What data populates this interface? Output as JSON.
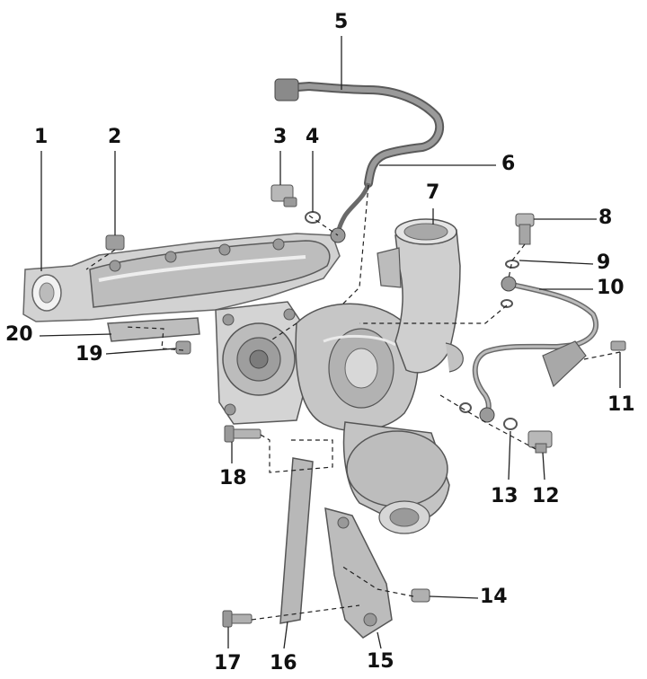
{
  "colors": {
    "part_fill": "#c8c8c8",
    "part_dark": "#8c8c8c",
    "part_light": "#e6e6e6",
    "outline": "#555555",
    "leader": "#222222",
    "label": "#111111"
  },
  "callouts": [
    {
      "id": "1",
      "label": "1"
    },
    {
      "id": "2",
      "label": "2"
    },
    {
      "id": "3",
      "label": "3"
    },
    {
      "id": "4",
      "label": "4"
    },
    {
      "id": "5",
      "label": "5"
    },
    {
      "id": "6",
      "label": "6"
    },
    {
      "id": "7",
      "label": "7"
    },
    {
      "id": "8",
      "label": "8"
    },
    {
      "id": "9",
      "label": "9"
    },
    {
      "id": "10",
      "label": "10"
    },
    {
      "id": "11",
      "label": "11"
    },
    {
      "id": "12",
      "label": "12"
    },
    {
      "id": "13",
      "label": "13"
    },
    {
      "id": "14",
      "label": "14"
    },
    {
      "id": "15",
      "label": "15"
    },
    {
      "id": "16",
      "label": "16"
    },
    {
      "id": "17",
      "label": "17"
    },
    {
      "id": "18",
      "label": "18"
    },
    {
      "id": "19",
      "label": "19"
    },
    {
      "id": "20",
      "label": "20"
    }
  ]
}
